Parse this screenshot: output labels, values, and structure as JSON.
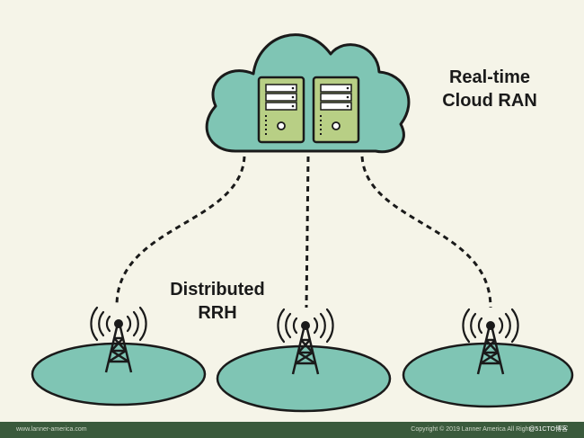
{
  "labels": {
    "cloud_line1": "Real-time",
    "cloud_line2": "Cloud RAN",
    "rrh_line1": "Distributed",
    "rrh_line2": "RRH"
  },
  "footer": {
    "website": "www.lanner-america.com",
    "copyright": "Copyright © 2019 Lanner America All Right",
    "watermark": "@51CTO博客"
  },
  "colors": {
    "background": "#f5f4e8",
    "cloud_fill": "#7fc5b4",
    "server_fill": "#b8cf85",
    "ellipse_fill": "#7fc5b4",
    "outline": "#1a1a1a",
    "footer_bg": "#3a5a3c"
  },
  "icons": [
    "cloud-icon",
    "server-icon",
    "cell-tower-icon",
    "signal-waves-icon"
  ]
}
